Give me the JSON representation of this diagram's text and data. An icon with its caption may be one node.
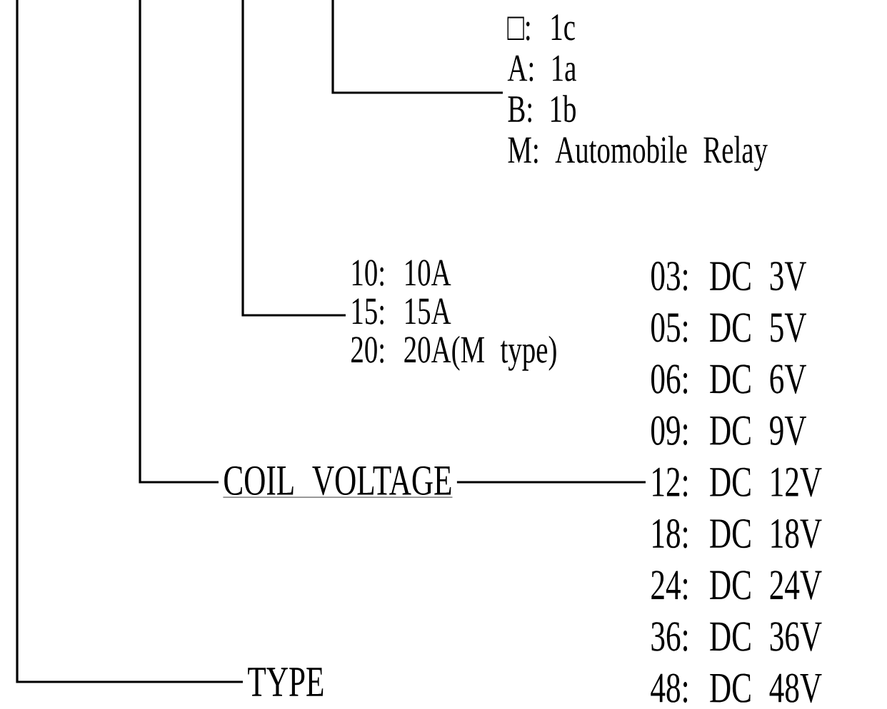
{
  "diagram": {
    "nodes": [
      {
        "text": [
          "□: 1c",
          "A: 1a",
          "B: 1b",
          "M: Automobile Relay"
        ]
      },
      {
        "text": [
          "10: 10A",
          "15: 15A",
          "20: 20A(M type)"
        ]
      },
      {
        "text": [
          "COIL VOLTAGE"
        ]
      },
      {
        "text": [
          "03: DC 3V",
          "05: DC 5V",
          "06: DC 6V",
          "09: DC 9V",
          "12: DC 12V",
          "18: DC 18V",
          "24: DC 24V",
          "36: DC 36V",
          "48: DC 48V"
        ]
      },
      {
        "text": [
          "TYPE"
        ]
      }
    ],
    "edges": [
      {
        "from": null,
        "to": 0,
        "arrow": "none"
      },
      {
        "from": null,
        "to": 1,
        "arrow": "none"
      },
      {
        "from": null,
        "to": 2,
        "arrow": "none"
      },
      {
        "from": 2,
        "to": 3,
        "arrow": "none"
      },
      {
        "from": null,
        "to": 4,
        "arrow": "none"
      }
    ]
  }
}
